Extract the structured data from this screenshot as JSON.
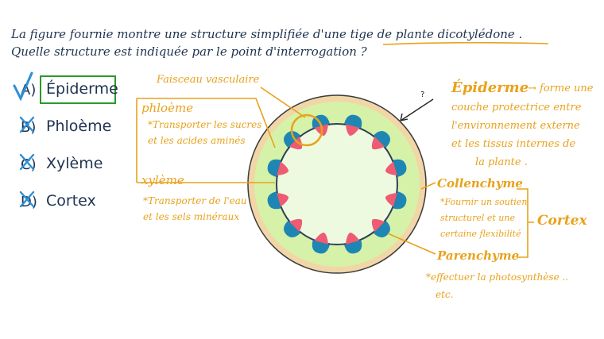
{
  "question": {
    "line1": "La figure fournie montre une structure simplifiée d'une tige de plante dicotylédone .",
    "line2": "Quelle structure est indiquée par le point d'interrogation ?"
  },
  "options": [
    {
      "letter": "A)",
      "label": "Épiderme",
      "state": "correct"
    },
    {
      "letter": "B)",
      "label": "Phloème",
      "state": "wrong"
    },
    {
      "letter": "C)",
      "label": "Xylème",
      "state": "wrong"
    },
    {
      "letter": "D)",
      "label": "Cortex",
      "state": "wrong"
    }
  ],
  "annotations": {
    "faisceau": "Faisceau vasculaire",
    "phloeme": "phloème",
    "phloeme_note1": "*Transporter les sucres",
    "phloeme_note2": "et les acides aminés",
    "xyleme": "xylème",
    "xyleme_note1": "*Transporter de l'eau",
    "xyleme_note2": "et les sels minéraux",
    "qmark": "?",
    "epiderme": "Épiderme",
    "epi_note1": "→ forme une",
    "epi_note2": "couche protectrice entre",
    "epi_note3": "l'environnement externe",
    "epi_note4": "et les tissus internes de",
    "epi_note5": "la plante .",
    "collenchyme": "Collenchyme",
    "coll_note1": "*Fournir un soutien",
    "coll_note2": "structurel et une",
    "coll_note3": "certaine flexibilité",
    "cortex": "Cortex",
    "parenchyme": "Parenchyme",
    "par_note1": "*effectuer la photosynthèse ..",
    "par_note2": "etc."
  },
  "colors": {
    "text": "#1f3350",
    "accent": "#e8a21c",
    "check": "#2a8fd8",
    "box": "#2a9a2a",
    "cortex_fill": "#d6f2a8",
    "pith_fill": "#eefadf",
    "epidermis_fill": "#f1d6a8",
    "xylem": "#ef5b73",
    "phloem": "#1e86b3"
  }
}
